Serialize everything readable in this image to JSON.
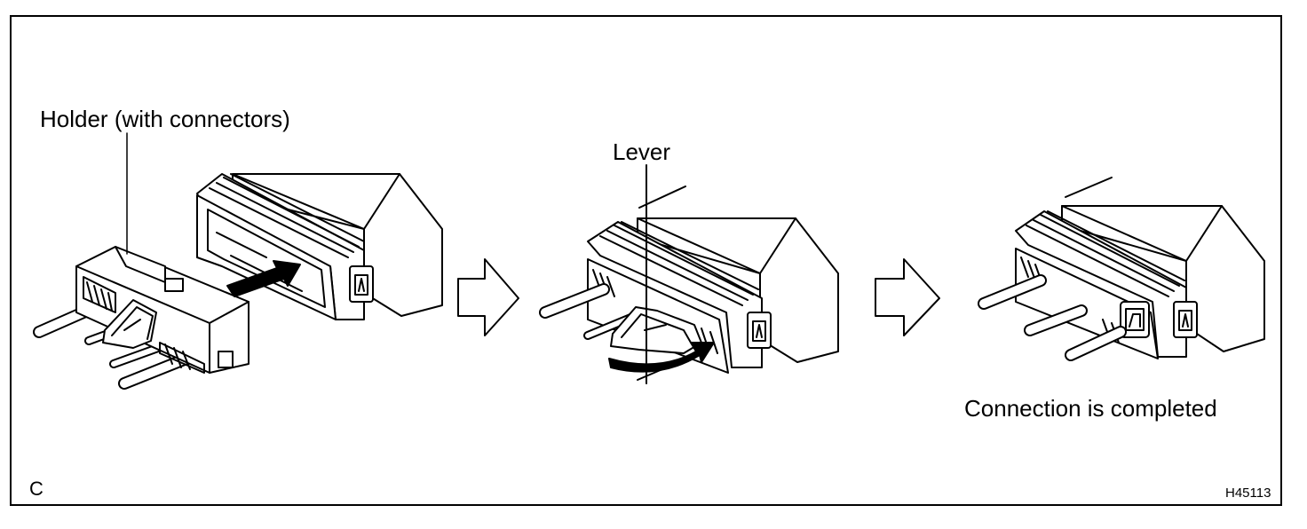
{
  "labels": {
    "holder": "Holder (with connectors)",
    "lever": "Lever",
    "completed": "Connection is completed",
    "view_letter": "C",
    "figure_code": "H45113"
  },
  "icons": [
    "connector-holder",
    "ecu-socket",
    "push-arrow-icon",
    "step-arrow-icon",
    "lever-arrow-icon"
  ],
  "colors": {
    "line": "#000000",
    "fill": "#ffffff"
  }
}
